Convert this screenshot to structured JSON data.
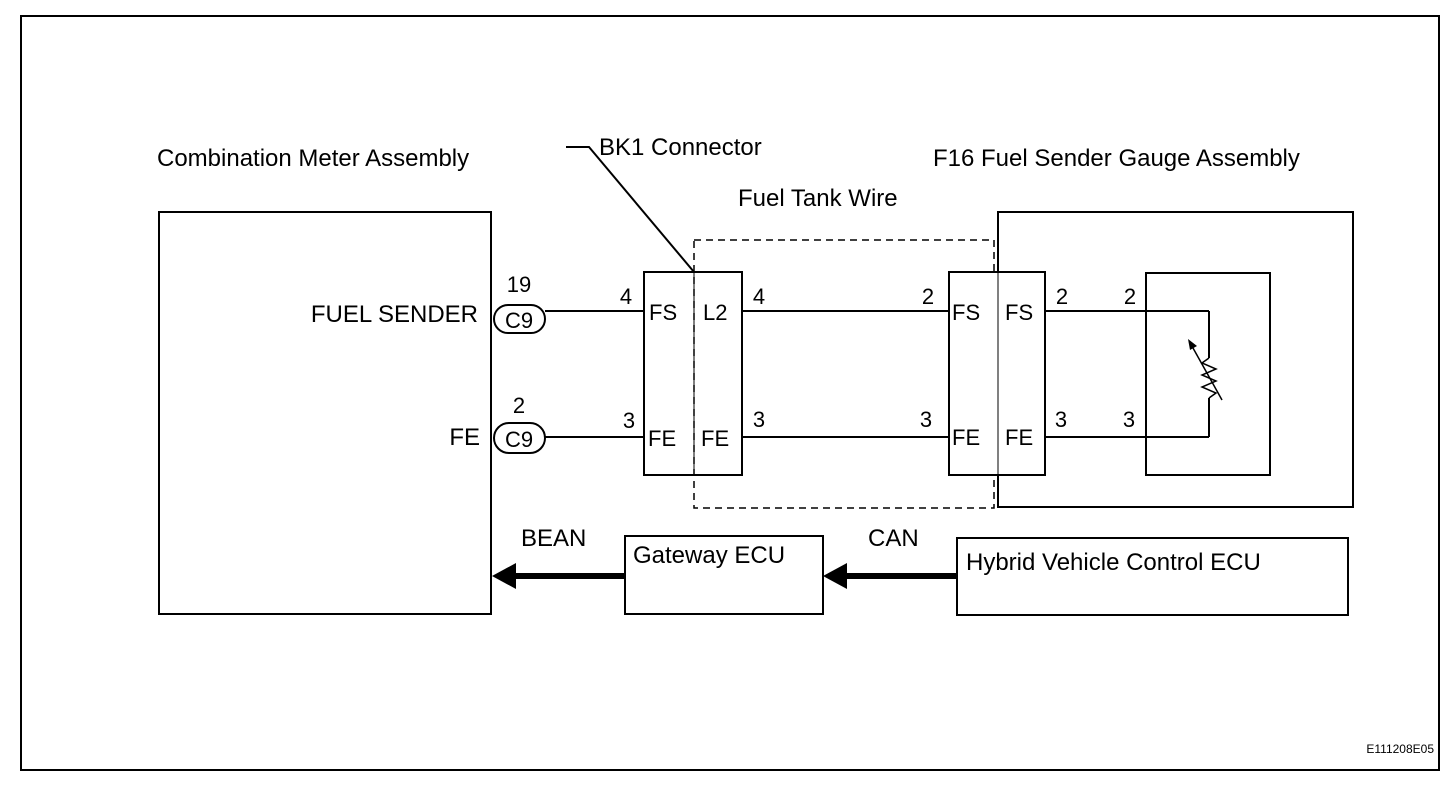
{
  "labels": {
    "combination_meter": "Combination Meter Assembly",
    "bk1_connector": "BK1 Connector",
    "fuel_tank_wire": "Fuel Tank Wire",
    "f16_sender": "F16 Fuel Sender Gauge Assembly",
    "fuel_sender_terminal": "FUEL SENDER",
    "fe_terminal": "FE",
    "gateway_ecu": "Gateway ECU",
    "hybrid_ecu": "Hybrid Vehicle Control ECU",
    "bean": "BEAN",
    "can": "CAN",
    "figure_code": "E111208E05"
  },
  "meter_connector": {
    "top": {
      "pin": "19",
      "connector": "C9"
    },
    "bottom": {
      "pin": "2",
      "connector": "C9"
    }
  },
  "bk1": {
    "left_top": "FS",
    "right_top": "L2",
    "left_bottom": "FE",
    "right_bottom": "FE",
    "pin_left_top": "4",
    "pin_right_top": "4",
    "pin_left_bottom": "3",
    "pin_right_bottom": "3"
  },
  "f16_connector": {
    "left_top": "FS",
    "right_top": "FS",
    "left_bottom": "FE",
    "right_bottom": "FE",
    "pin_in_top": "2",
    "pin_out_top": "2",
    "pin_in_bottom": "3",
    "pin_out_bottom": "3"
  },
  "sender_unit": {
    "pin_top": "2",
    "pin_bottom": "3",
    "symbol": "variable-resistor-icon"
  },
  "colors": {
    "line": "#000000",
    "background": "#ffffff"
  }
}
